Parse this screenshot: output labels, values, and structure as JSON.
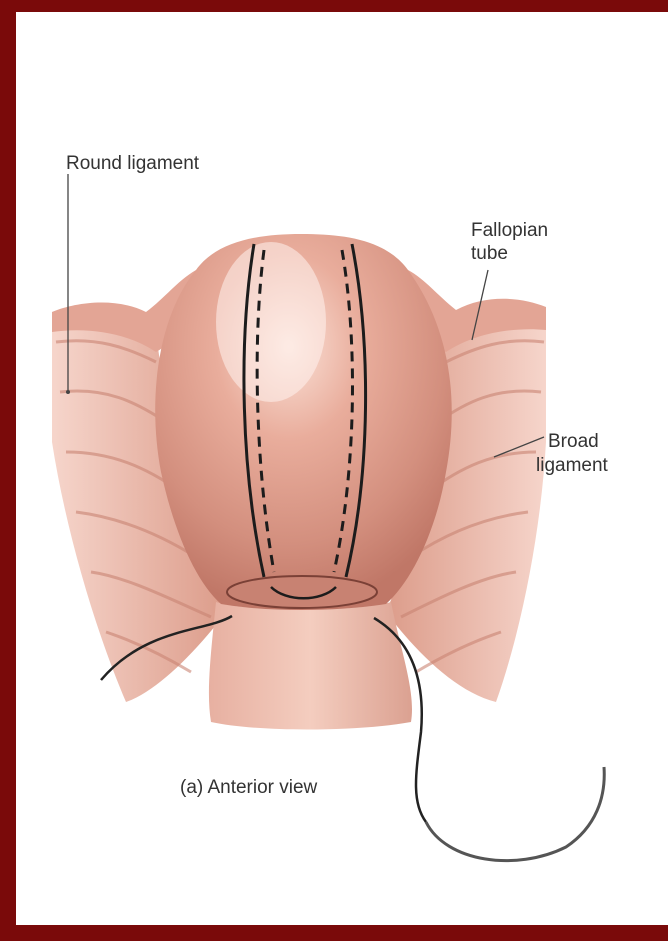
{
  "figure": {
    "labels": {
      "round_ligament": "Round ligament",
      "fallopian_line1": "Fallopian",
      "fallopian_line2": "tube",
      "broad_line1": "Broad",
      "broad_line2": "ligament"
    },
    "caption": "(a)  Anterior view"
  },
  "colors": {
    "frame": "#7a0a0a",
    "background": "#ffffff",
    "tissue": "#d99483",
    "tissue_dark": "#b86a5a",
    "tissue_light": "#f2c7b8",
    "suture": "#222222",
    "needle": "#555555"
  }
}
